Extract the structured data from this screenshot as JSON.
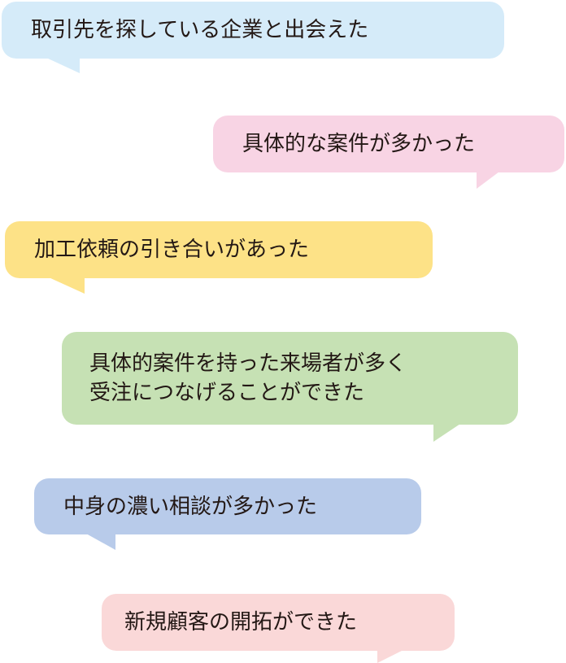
{
  "bubbles": [
    {
      "text": "取引先を探している企業と出会えた",
      "color": "#d5ebf9"
    },
    {
      "text": "具体的な案件が多かった",
      "color": "#f8d4e4"
    },
    {
      "text": "加工依頼の引き合いがあった",
      "color": "#fde287"
    },
    {
      "line1": "具体的案件を持った来場者が多く",
      "line2": "受注につなげることができた",
      "color": "#c6e1b4"
    },
    {
      "text": "中身の濃い相談が多かった",
      "color": "#b8cbea"
    },
    {
      "text": "新規顧客の開拓ができた",
      "color": "#fad8d8"
    }
  ]
}
